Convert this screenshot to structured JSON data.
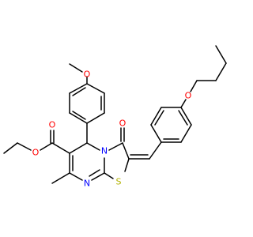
{
  "molecule": {
    "atom_labels": {
      "ester_o_double": "O",
      "ester_o_single": "O",
      "methoxy_o": "O",
      "carbonyl_o": "O",
      "ring_n_bridge": "N",
      "ring_n": "N",
      "ring_s": "S",
      "butoxy_o": "O"
    },
    "colors": {
      "oxygen": "#ff0000",
      "nitrogen": "#0000ff",
      "sulfur": "#b2b200",
      "carbon": "#000000"
    }
  }
}
